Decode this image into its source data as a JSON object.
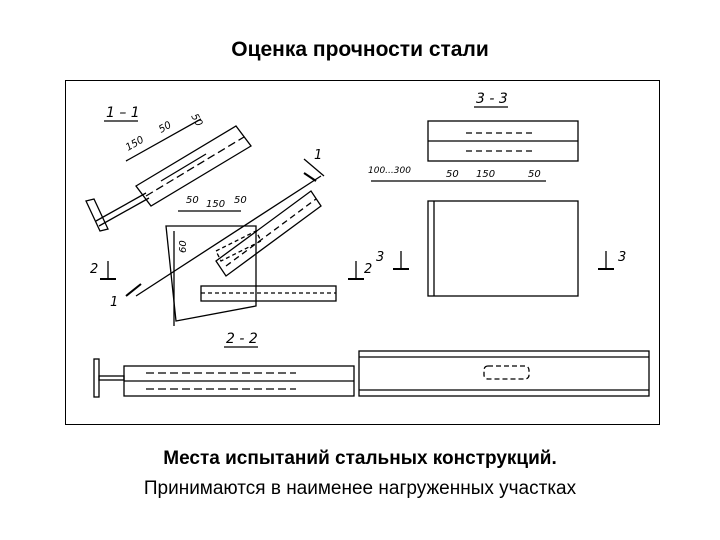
{
  "slide": {
    "title": "Оценка прочности стали",
    "caption_bold": "Места испытаний стальных конструкций.",
    "caption_normal": "Принимаются в наименее нагруженных участках"
  },
  "drawing": {
    "section_labels": {
      "s11": "1 – 1",
      "s22": "2 - 2",
      "s33": "3 - 3"
    },
    "marks": {
      "m1": "1",
      "m2": "2",
      "m3": "3"
    },
    "dimensions": {
      "d50": "50",
      "d150": "150",
      "d60": "60",
      "d100_300": "100...300"
    }
  }
}
